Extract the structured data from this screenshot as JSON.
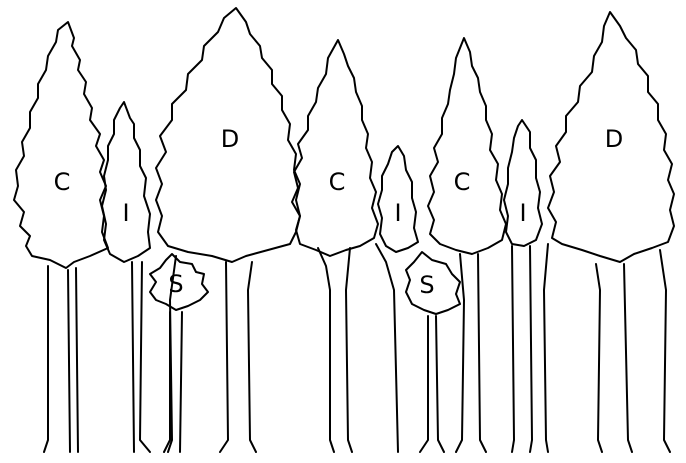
{
  "trees": [
    {
      "label": "C",
      "class": "codominant"
    },
    {
      "label": "I",
      "class": "intermediate"
    },
    {
      "label": "S",
      "class": "suppressed"
    },
    {
      "label": "D",
      "class": "dominant"
    },
    {
      "label": "C",
      "class": "codominant"
    },
    {
      "label": "I",
      "class": "intermediate"
    },
    {
      "label": "S",
      "class": "suppressed"
    },
    {
      "label": "C",
      "class": "codominant"
    },
    {
      "label": "I",
      "class": "intermediate"
    },
    {
      "label": "D",
      "class": "dominant"
    }
  ]
}
